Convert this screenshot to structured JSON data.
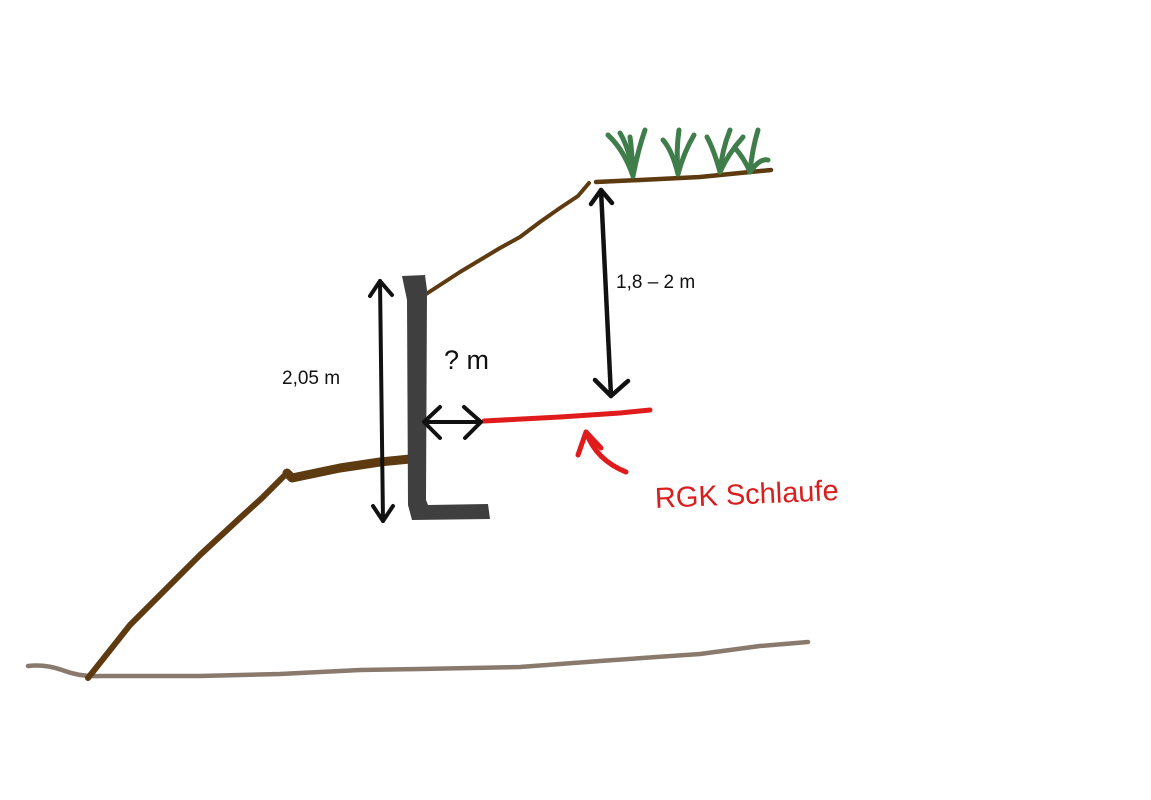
{
  "diagram": {
    "type": "hand-drawn cross-section sketch",
    "description": "Slope profile with an L-shaped retaining wall; distance from wall to RGK loop is unknown",
    "labels": {
      "wall_height": "2,05 m",
      "unknown_distance": "? m",
      "depth_below_top": "1,8 – 2 m",
      "rgk_loop": "RGK Schlaufe"
    },
    "elements": [
      {
        "id": "ground-line",
        "description": "Base ground line"
      },
      {
        "id": "lower-slope",
        "description": "Lower embankment slope"
      },
      {
        "id": "lower-terrace",
        "description": "Terrace in front of wall"
      },
      {
        "id": "retaining-wall",
        "description": "L-shaped retaining wall"
      },
      {
        "id": "upper-slope",
        "description": "Slope behind wall"
      },
      {
        "id": "top-surface",
        "description": "Top surface with grass"
      },
      {
        "id": "rgk-loop",
        "description": "RGK horizontal collector loop (red)"
      },
      {
        "id": "arrow-wall-height",
        "description": "Vertical dimension arrow for wall height"
      },
      {
        "id": "arrow-distance",
        "description": "Horizontal dimension arrow wall to loop"
      },
      {
        "id": "arrow-depth",
        "description": "Vertical dimension arrow from top surface to loop"
      },
      {
        "id": "pointer-arrow",
        "description": "Curved red arrow pointing to the loop"
      }
    ],
    "colors": {
      "soil": "#5e3a10",
      "ground": "#8a7a6e",
      "wall": "#3f3f3f",
      "grass": "#3f7d4a",
      "loop": "#e01b1b",
      "annotation": "#111111",
      "background": "#ffffff"
    }
  }
}
